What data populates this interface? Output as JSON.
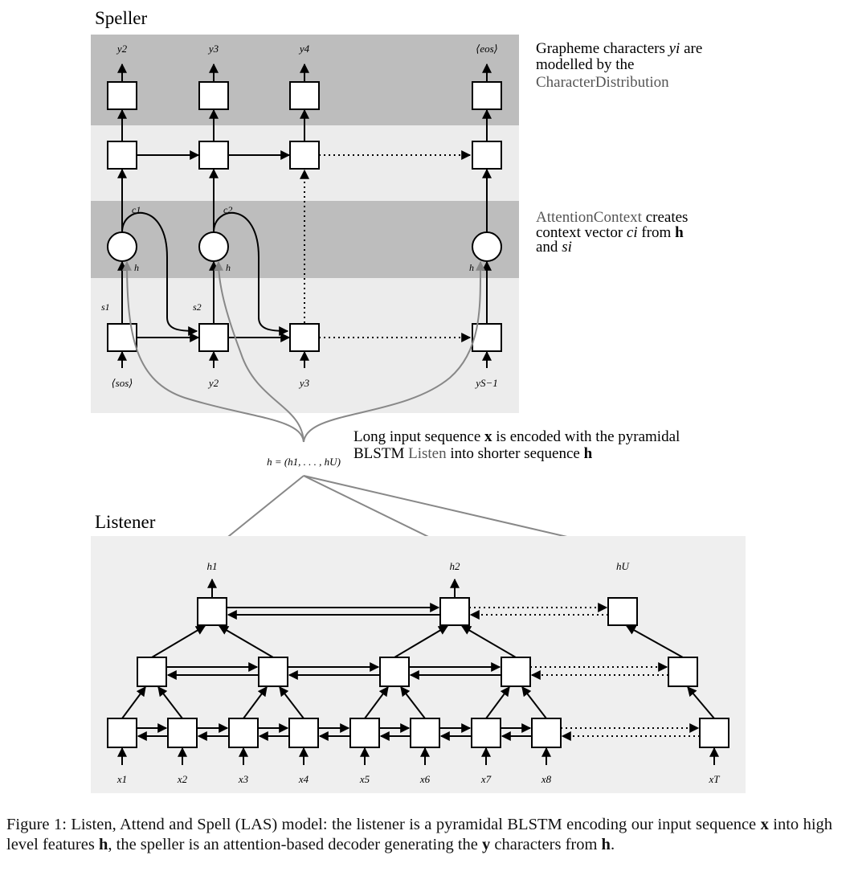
{
  "speller": {
    "title": "Speller",
    "outputs": [
      "y2",
      "y3",
      "y4",
      "⟨eos⟩"
    ],
    "context_labels": [
      "c1",
      "c2"
    ],
    "state_labels": [
      "s1",
      "s2"
    ],
    "h_label": "h",
    "inputs": [
      "⟨sos⟩",
      "y2",
      "y3",
      "yS−1"
    ]
  },
  "notes": {
    "grapheme": {
      "line1": "Grapheme characters ",
      "var": "yi",
      "line1_end": " are",
      "line2": "modelled by the",
      "line3": "CharacterDistribution"
    },
    "attention": {
      "name": "AttentionContext",
      "line1_end": " creates",
      "line2": "context vector ",
      "var": "ci",
      "line2_mid": " from ",
      "bold_h": "h",
      "line3": "and ",
      "var2": "si"
    },
    "encoding": {
      "line1": "Long input sequence ",
      "bold_x": "x",
      "line1_end": " is encoded with the pyramidal",
      "line2_start": "BLSTM ",
      "listen": "Listen",
      "line2_end": " into shorter sequence ",
      "bold_h": "h"
    }
  },
  "sequence_label": "h = (h1, . . . , hU)",
  "listener": {
    "title": "Listener",
    "outputs": [
      "h1",
      "h2",
      "hU"
    ],
    "inputs": [
      "x1",
      "x2",
      "x3",
      "x4",
      "x5",
      "x6",
      "x7",
      "x8",
      "xT"
    ]
  },
  "caption": {
    "prefix": "Figure 1:",
    "t1": "Listen, Attend and Spell (LAS) model: the listener is a pyramidal BLSTM encoding our input sequence ",
    "x": "x",
    "t2": " into high level features ",
    "h": "h",
    "t3": ", the speller is an attention-based decoder generating the ",
    "y": "y",
    "t4": " characters from ",
    "h2": "h",
    "t5": "."
  },
  "colors": {
    "band_dark": "#bdbdbd",
    "band_light": "#ececec",
    "listener_bg": "#efefef",
    "curve": "#888888",
    "ink": "#000000"
  }
}
